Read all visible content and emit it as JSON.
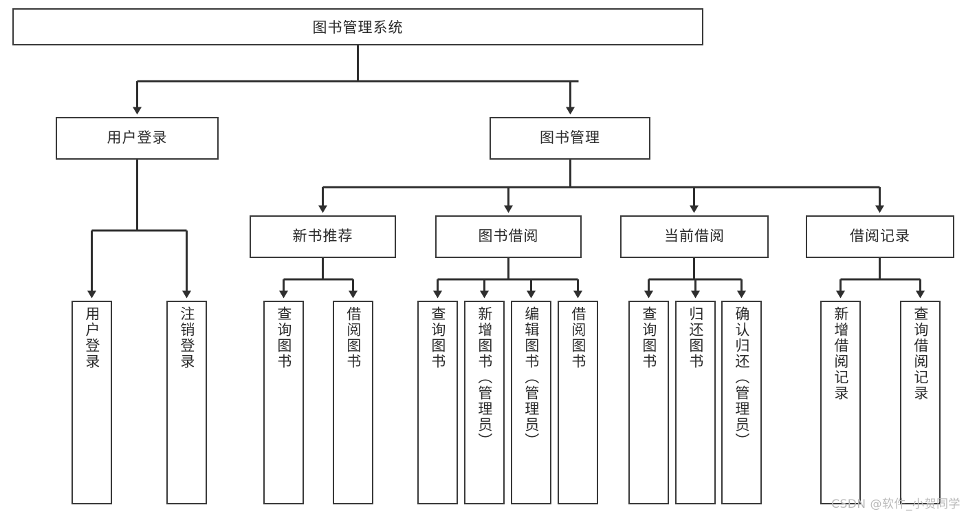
{
  "diagram": {
    "title": "图书管理系统",
    "root": {
      "label": "图书管理系统"
    },
    "level2": [
      {
        "label": "用户登录"
      },
      {
        "label": "图书管理"
      }
    ],
    "level3": [
      {
        "label": "新书推荐"
      },
      {
        "label": "图书借阅"
      },
      {
        "label": "当前借阅"
      },
      {
        "label": "借阅记录"
      }
    ],
    "leaves": [
      {
        "label": "用户登录",
        "parent": "用户登录"
      },
      {
        "label": "注销登录",
        "parent": "用户登录"
      },
      {
        "label": "查询图书",
        "parent": "新书推荐"
      },
      {
        "label": "借阅图书",
        "parent": "新书推荐"
      },
      {
        "label": "查询图书",
        "parent": "图书借阅"
      },
      {
        "label": "新增图书（管理员）",
        "parent": "图书借阅"
      },
      {
        "label": "编辑图书（管理员）",
        "parent": "图书借阅"
      },
      {
        "label": "借阅图书",
        "parent": "图书借阅"
      },
      {
        "label": "查询图书",
        "parent": "当前借阅"
      },
      {
        "label": "归还图书",
        "parent": "当前借阅"
      },
      {
        "label": "确认归还（管理员）",
        "parent": "当前借阅"
      },
      {
        "label": "新增借阅记录",
        "parent": "借阅记录"
      },
      {
        "label": "查询借阅记录",
        "parent": "借阅记录"
      }
    ],
    "watermark": "CSDN @软件_小贺同学",
    "colors": {
      "border": "#3a3a3a",
      "text": "#2b2b2b",
      "background": "#ffffff",
      "watermark": "#b9b9b9"
    }
  }
}
